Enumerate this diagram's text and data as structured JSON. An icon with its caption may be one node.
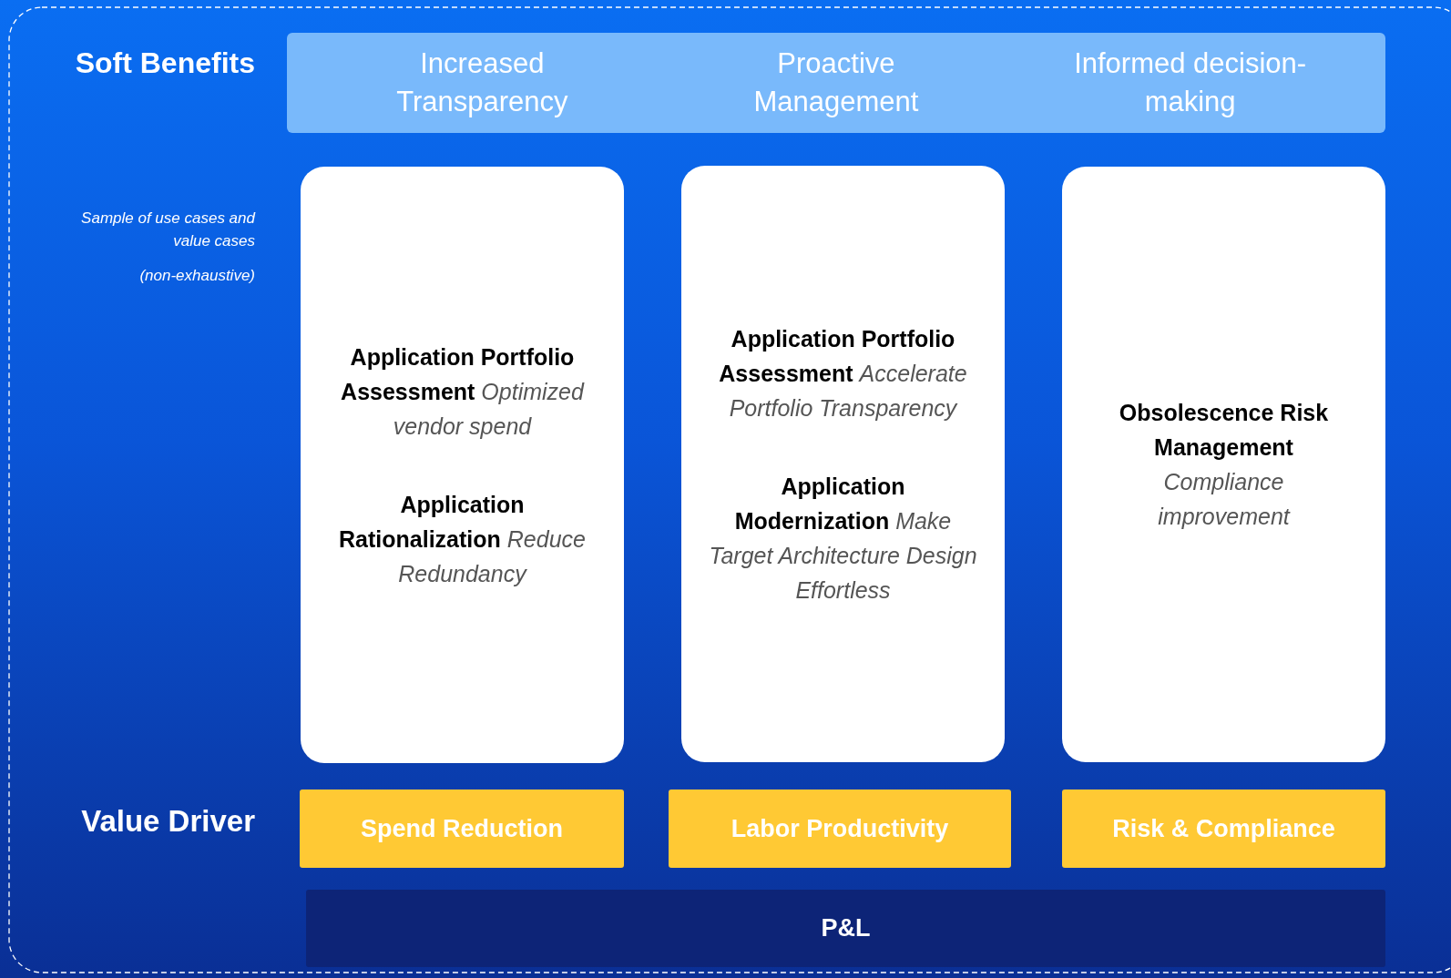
{
  "diagram": {
    "nodes": [
      {
        "text": [
          "Increased Transparency",
          "Proactive Management",
          "Informed decision-making"
        ]
      },
      {
        "text": [
          "**Application Portfolio Assessment** *Optimized vendor spend*",
          "**Application Rationalization** *Reduce Redundancy*"
        ]
      },
      {
        "text": [
          "**Application Portfolio Assessment** *Accelerate Portfolio Transparency*",
          "**Application Modernization** *Make Target Architecture Design Effortless*"
        ]
      },
      {
        "text": [
          "**Obsolescence Risk Management** *Compliance improvement*"
        ]
      },
      {
        "text": [
          "Spend Reduction"
        ]
      },
      {
        "text": [
          "Labor Productivity"
        ]
      },
      {
        "text": [
          "Risk & Compliance"
        ]
      },
      {
        "text": [
          "P&L"
        ]
      }
    ],
    "labels": [
      "Soft Benefits",
      "Sample of use cases and value cases",
      "(non-exhaustive)",
      "Value Driver"
    ]
  }
}
